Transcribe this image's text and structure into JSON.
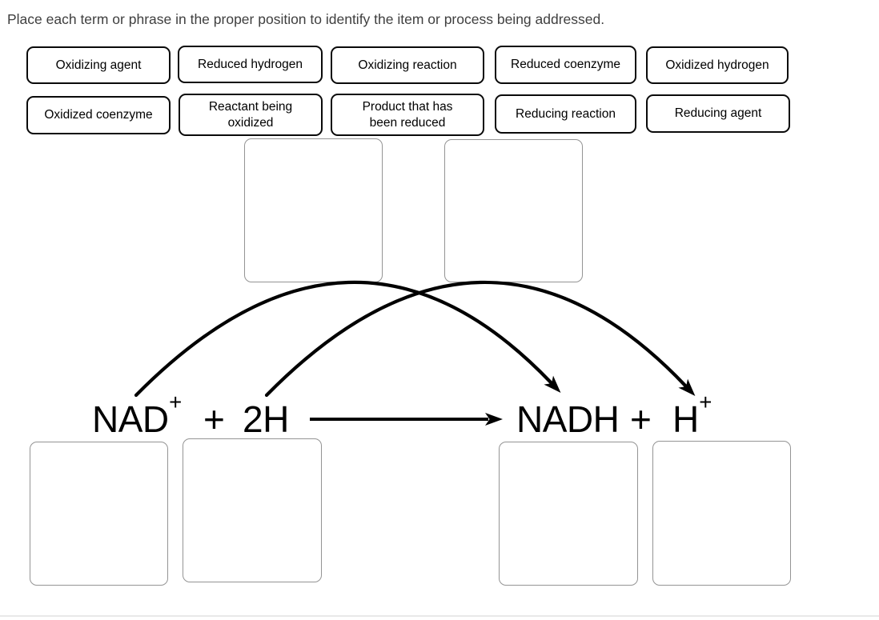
{
  "instruction": "Place each term or phrase in the proper position to identify the item or process being addressed.",
  "term_bank": {
    "row1": [
      "Oxidizing agent",
      "Reduced hydrogen",
      "Oxidizing reaction",
      "Reduced coenzyme",
      "Oxidized hydrogen"
    ],
    "row2": [
      "Oxidized coenzyme",
      "Reactant being\noxidized",
      "Product that has\nbeen reduced",
      "Reducing reaction",
      "Reducing agent"
    ]
  },
  "drop_zones": {
    "above_left_arc": "",
    "above_right_arc": "",
    "below_nad": "",
    "below_2h": "",
    "below_nadh": "",
    "below_h": ""
  },
  "equation": {
    "lhs_coenzyme": "NAD",
    "lhs_coenzyme_charge": "+",
    "plus_left": "+",
    "lhs_hydrogens": "2H",
    "rhs_coenzyme": "NADH",
    "plus_right": "+",
    "rhs_proton": "H",
    "rhs_proton_charge": "+"
  },
  "colors": {
    "ink": "#000000",
    "chip_border": "#0a0a0a",
    "dropzone_border": "#949494",
    "instruction_text": "#3f3f3f",
    "divider": "#e8e8e8",
    "arrow": "#000000"
  }
}
